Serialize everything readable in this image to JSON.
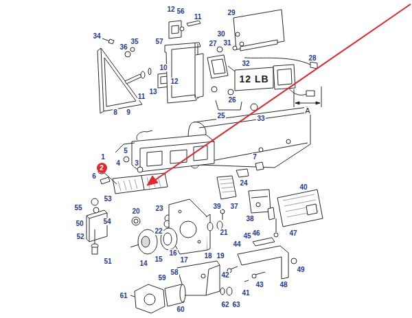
{
  "diagram": {
    "nodes": [
      {
        "text": [
          "2"
        ]
      }
    ],
    "labels": [
      "12",
      "56",
      "11",
      "29",
      "34",
      "35",
      "36",
      "57",
      "30",
      "31",
      "27",
      "28",
      "10",
      "32",
      "12 LB",
      "12",
      "13",
      "11",
      "26",
      "A",
      "25",
      "8",
      "9",
      "33",
      "5",
      "1",
      "4",
      "3",
      "7",
      "6",
      "24",
      "40",
      "53",
      "39",
      "37",
      "55",
      "23",
      "54",
      "20",
      "38",
      "22",
      "21",
      "50",
      "46",
      "47",
      "52",
      "45",
      "44",
      "18",
      "19",
      "51",
      "17",
      "15",
      "16",
      "14",
      "58",
      "42",
      "49",
      "48",
      "59",
      "60",
      "43",
      "41",
      "61",
      "62",
      "63"
    ]
  }
}
